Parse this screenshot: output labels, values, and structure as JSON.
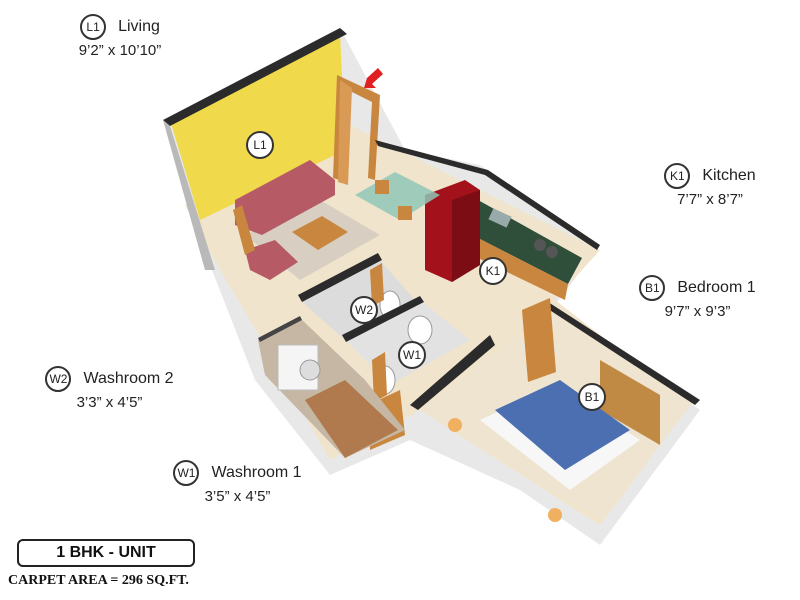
{
  "legend": {
    "living": {
      "code": "L1",
      "name": "Living",
      "size": "9’2” x 10’10”"
    },
    "kitchen": {
      "code": "K1",
      "name": "Kitchen",
      "size": "7’7” x 8’7”"
    },
    "bedroom": {
      "code": "B1",
      "name": "Bedroom 1",
      "size": "9’7” x 9’3”"
    },
    "washroom2": {
      "code": "W2",
      "name": "Washroom 2",
      "size": "3’3” x 4’5”"
    },
    "washroom1": {
      "code": "W1",
      "name": "Washroom 1",
      "size": "3’5” x 4’5”"
    }
  },
  "unit_label": "1 BHK - UNIT",
  "carpet_area": "CARPET AREA = 296 SQ.FT.",
  "colors": {
    "living_wall": "#f0d94a",
    "floor": "#f1e4cc",
    "wall_top": "#2b2b2b",
    "sofa": "#b65a66",
    "fridge": "#a3121b",
    "wood": "#c8863e",
    "bedspread": "#4b6fb0",
    "entry_arrow": "#e02020"
  }
}
